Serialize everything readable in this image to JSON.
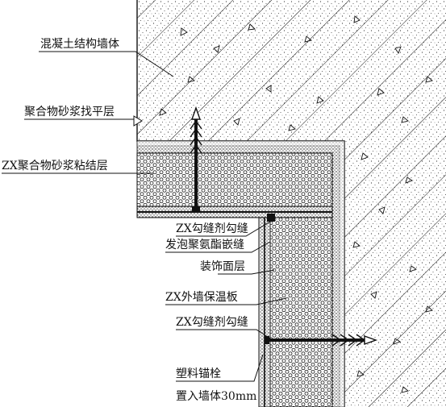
{
  "labels": {
    "concrete_wall": "混凝土结构墙体",
    "leveling_mortar": "聚合物砂浆找平层",
    "bonding_mortar": "ZX聚合物砂浆粘结层",
    "joint_agent_top": "ZX勾缝剂勾缝",
    "foam_joint": "发泡聚氨酯嵌缝",
    "finish_layer": "装饰面层",
    "insulation_board": "ZX外墙保温板",
    "joint_agent_bottom": "ZX勾缝剂勾缝",
    "anchor": "塑料锚栓",
    "anchor_depth": "置入墙体30mm"
  },
  "colors": {
    "line": "#111111",
    "background": "#ffffff"
  }
}
